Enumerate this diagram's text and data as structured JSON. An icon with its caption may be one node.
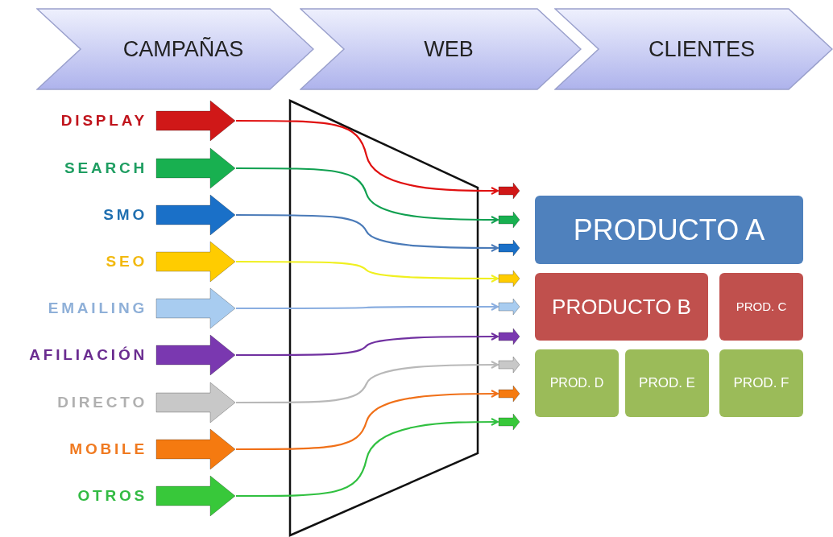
{
  "diagram": {
    "nodes": [
      {
        "text": [
          "CAMPAÑAS"
        ]
      },
      {
        "text": [
          "WEB"
        ]
      },
      {
        "text": [
          "CLIENTES"
        ]
      },
      {
        "text": [],
        "shape": "arrow",
        "beside": [
          "DISPLAY"
        ]
      },
      {
        "text": [],
        "shape": "arrow",
        "beside": [
          "SEARCH"
        ]
      },
      {
        "text": [],
        "shape": "arrow",
        "beside": [
          "SMO"
        ]
      },
      {
        "text": [],
        "shape": "arrow",
        "beside": [
          "SEO"
        ]
      },
      {
        "text": [],
        "shape": "arrow",
        "beside": [
          "EMAILING"
        ]
      },
      {
        "text": [],
        "shape": "arrow",
        "beside": [
          "AFILIACIÓN"
        ]
      },
      {
        "text": [],
        "shape": "arrow",
        "beside": [
          "DIRECTO"
        ]
      },
      {
        "text": [],
        "shape": "arrow",
        "beside": [
          "MOBILE"
        ]
      },
      {
        "text": [],
        "shape": "arrow",
        "beside": [
          "OTROS"
        ]
      },
      {
        "text": [],
        "shape": "arrow"
      },
      {
        "text": [],
        "shape": "arrow"
      },
      {
        "text": [],
        "shape": "arrow"
      },
      {
        "text": [],
        "shape": "arrow"
      },
      {
        "text": [],
        "shape": "arrow"
      },
      {
        "text": [],
        "shape": "arrow"
      },
      {
        "text": [],
        "shape": "arrow"
      },
      {
        "text": [],
        "shape": "arrow"
      },
      {
        "text": [],
        "shape": "arrow"
      },
      {
        "text": [
          "PRODUCTO A"
        ]
      },
      {
        "text": [
          "PRODUCTO B"
        ]
      },
      {
        "text": [
          "PROD. C"
        ]
      },
      {
        "text": [
          "PROD. D"
        ]
      },
      {
        "text": [
          "PROD. E"
        ]
      },
      {
        "text": [
          "PROD. F"
        ]
      }
    ],
    "edges": [
      {
        "from": 3,
        "to": 12,
        "arrow": "to",
        "color": "#e01010"
      },
      {
        "from": 4,
        "to": 13,
        "arrow": "to",
        "color": "#10a050"
      },
      {
        "from": 5,
        "to": 14,
        "arrow": "to",
        "color": "#4a7ab8"
      },
      {
        "from": 6,
        "to": 15,
        "arrow": "to",
        "color": "#f0f020"
      },
      {
        "from": 7,
        "to": 16,
        "arrow": "to",
        "color": "#8aaee0"
      },
      {
        "from": 8,
        "to": 17,
        "arrow": "to",
        "color": "#7030a0"
      },
      {
        "from": 9,
        "to": 18,
        "arrow": "to",
        "color": "#b8b8b8"
      },
      {
        "from": 10,
        "to": 19,
        "arrow": "to",
        "color": "#f07018"
      },
      {
        "from": 11,
        "to": 20,
        "arrow": "to",
        "color": "#30c040"
      }
    ]
  }
}
